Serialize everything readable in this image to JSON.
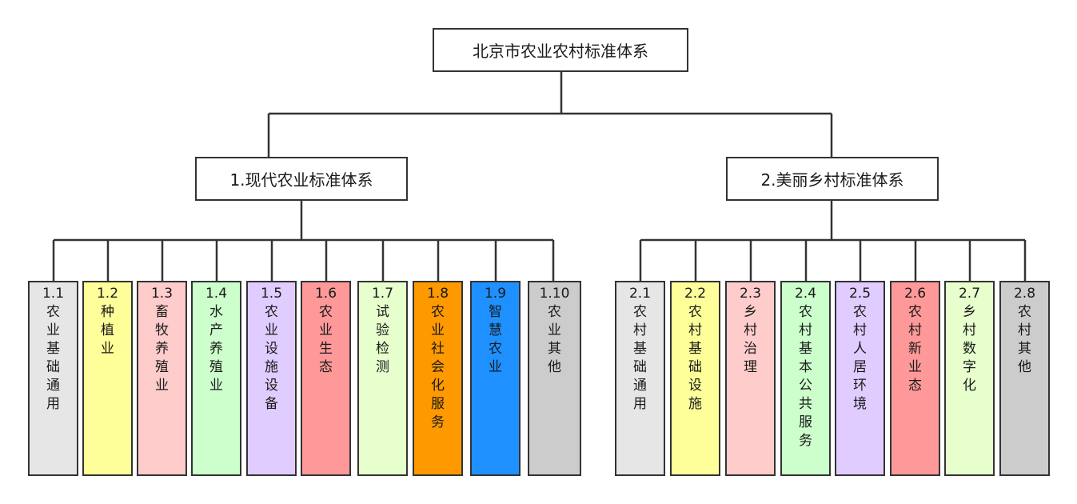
{
  "root": {
    "label": "北京市农业农村标准体系"
  },
  "branches": [
    {
      "label": "1.现代农业标准体系",
      "children": [
        {
          "num": "1.1",
          "text": "农业基础通用",
          "color": "#e6e6e6"
        },
        {
          "num": "1.2",
          "text": "种植业",
          "color": "#ffff99"
        },
        {
          "num": "1.3",
          "text": "畜牧养殖业",
          "color": "#ffcccc"
        },
        {
          "num": "1.4",
          "text": "水产养殖业",
          "color": "#ccffcc"
        },
        {
          "num": "1.5",
          "text": "农业设施设备",
          "color": "#e0ccff"
        },
        {
          "num": "1.6",
          "text": "农业生态",
          "color": "#ff9999"
        },
        {
          "num": "1.7",
          "text": "试验检测",
          "color": "#e6ffcc"
        },
        {
          "num": "1.8",
          "text": "农业社会化服务",
          "color": "#ff9900"
        },
        {
          "num": "1.9",
          "text": "智慧农业",
          "color": "#1e90ff"
        },
        {
          "num": "1.10",
          "text": "农业其他",
          "color": "#cccccc"
        }
      ]
    },
    {
      "label": "2.美丽乡村标准体系",
      "children": [
        {
          "num": "2.1",
          "text": "农村基础通用",
          "color": "#e6e6e6"
        },
        {
          "num": "2.2",
          "text": "农村基础设施",
          "color": "#ffff99"
        },
        {
          "num": "2.3",
          "text": "乡村治理",
          "color": "#ffcccc"
        },
        {
          "num": "2.4",
          "text": "农村基本公共服务",
          "color": "#ccffcc"
        },
        {
          "num": "2.5",
          "text": "农村人居环境",
          "color": "#e0ccff"
        },
        {
          "num": "2.6",
          "text": "农村新业态",
          "color": "#ff9999"
        },
        {
          "num": "2.7",
          "text": "乡村数字化",
          "color": "#e6ffcc"
        },
        {
          "num": "2.8",
          "text": "农村其他",
          "color": "#cccccc"
        }
      ]
    }
  ]
}
